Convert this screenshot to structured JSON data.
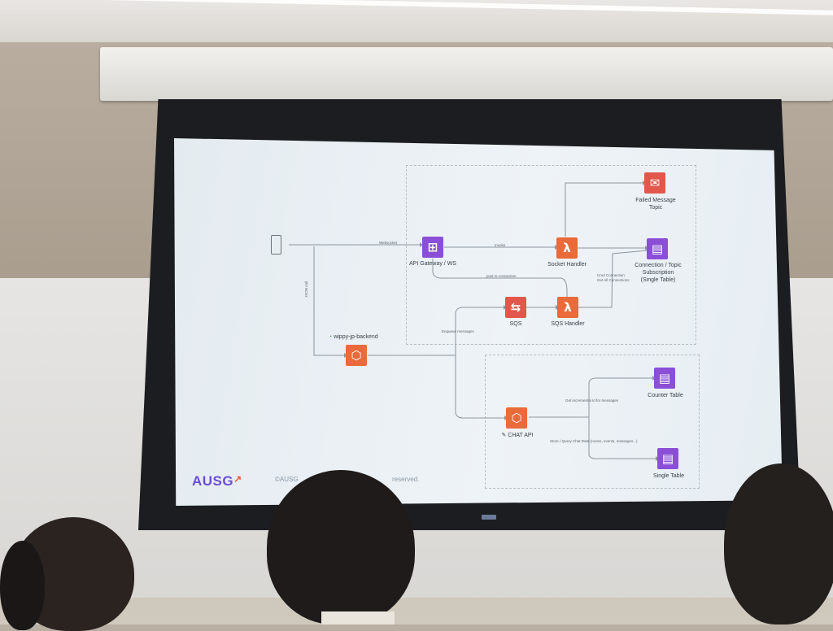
{
  "slide": {
    "brand": "AUSG",
    "copyright_fragment": "©AUSG",
    "reserved_fragment": "reserved."
  },
  "diagram": {
    "nodes": {
      "api_gateway": "API Gateway / WS",
      "socket_handler": "Socket Handler",
      "failed_topic_l1": "Failed Message",
      "failed_topic_l2": "Topic",
      "conn_l1": "Connection / Topic",
      "conn_l2": "Subscription",
      "conn_l3": "(Single Table)",
      "sqs": "SQS",
      "sqs_handler": "SQS Handler",
      "backend": "wippy-jp-backend",
      "chat_api": "CHAT API",
      "counter_table": "Counter Table",
      "single_table": "Single Table"
    },
    "edges": {
      "client_gateway": "Websocket",
      "gateway_handler": "Invoke",
      "post_to_connection": "post to connection",
      "crud_conn_l1": "Crud Connection",
      "crud_conn_l2": "Get All Connections",
      "client_backend": "JSON call",
      "enqueue": "Enqueue messages",
      "counter": "Get incremental Id for messages",
      "single": "Store / Query Chat Data (rooms, events, messages...)"
    }
  },
  "colors": {
    "compute": "#ea6a3a",
    "network": "#8a4fd6",
    "messaging": "#e2574c",
    "brand": "#6a4fd6"
  }
}
